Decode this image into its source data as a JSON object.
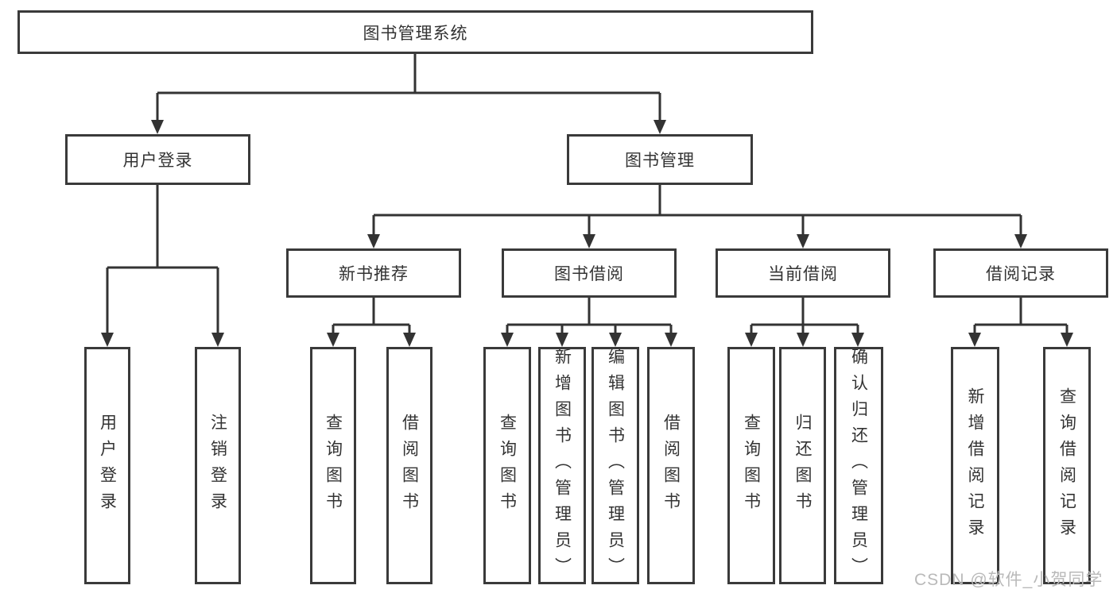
{
  "diagram": {
    "type": "hierarchy-tree",
    "tree": {
      "label": "图书管理系统",
      "children": [
        {
          "label": "用户登录",
          "children": [
            {
              "label": "用户登录"
            },
            {
              "label": "注销登录"
            }
          ]
        },
        {
          "label": "图书管理",
          "children": [
            {
              "label": "新书推荐",
              "children": [
                {
                  "label": "查询图书"
                },
                {
                  "label": "借阅图书"
                }
              ]
            },
            {
              "label": "图书借阅",
              "children": [
                {
                  "label": "查询图书"
                },
                {
                  "label": "新增图书（管理员）"
                },
                {
                  "label": "编辑图书（管理员）"
                },
                {
                  "label": "借阅图书"
                }
              ]
            },
            {
              "label": "当前借阅",
              "children": [
                {
                  "label": "查询图书"
                },
                {
                  "label": "归还图书"
                },
                {
                  "label": "确认归还（管理员）"
                }
              ]
            },
            {
              "label": "借阅记录",
              "children": [
                {
                  "label": "新增借阅记录"
                },
                {
                  "label": "查询借阅记录"
                }
              ]
            }
          ]
        }
      ]
    },
    "colors": {
      "line": "#333333",
      "box_border": "#3a3a3a",
      "text": "#333333",
      "background": "#ffffff",
      "watermark": "#b9b9b9"
    }
  },
  "watermark": {
    "text": "CSDN @软件_小贺同学"
  }
}
